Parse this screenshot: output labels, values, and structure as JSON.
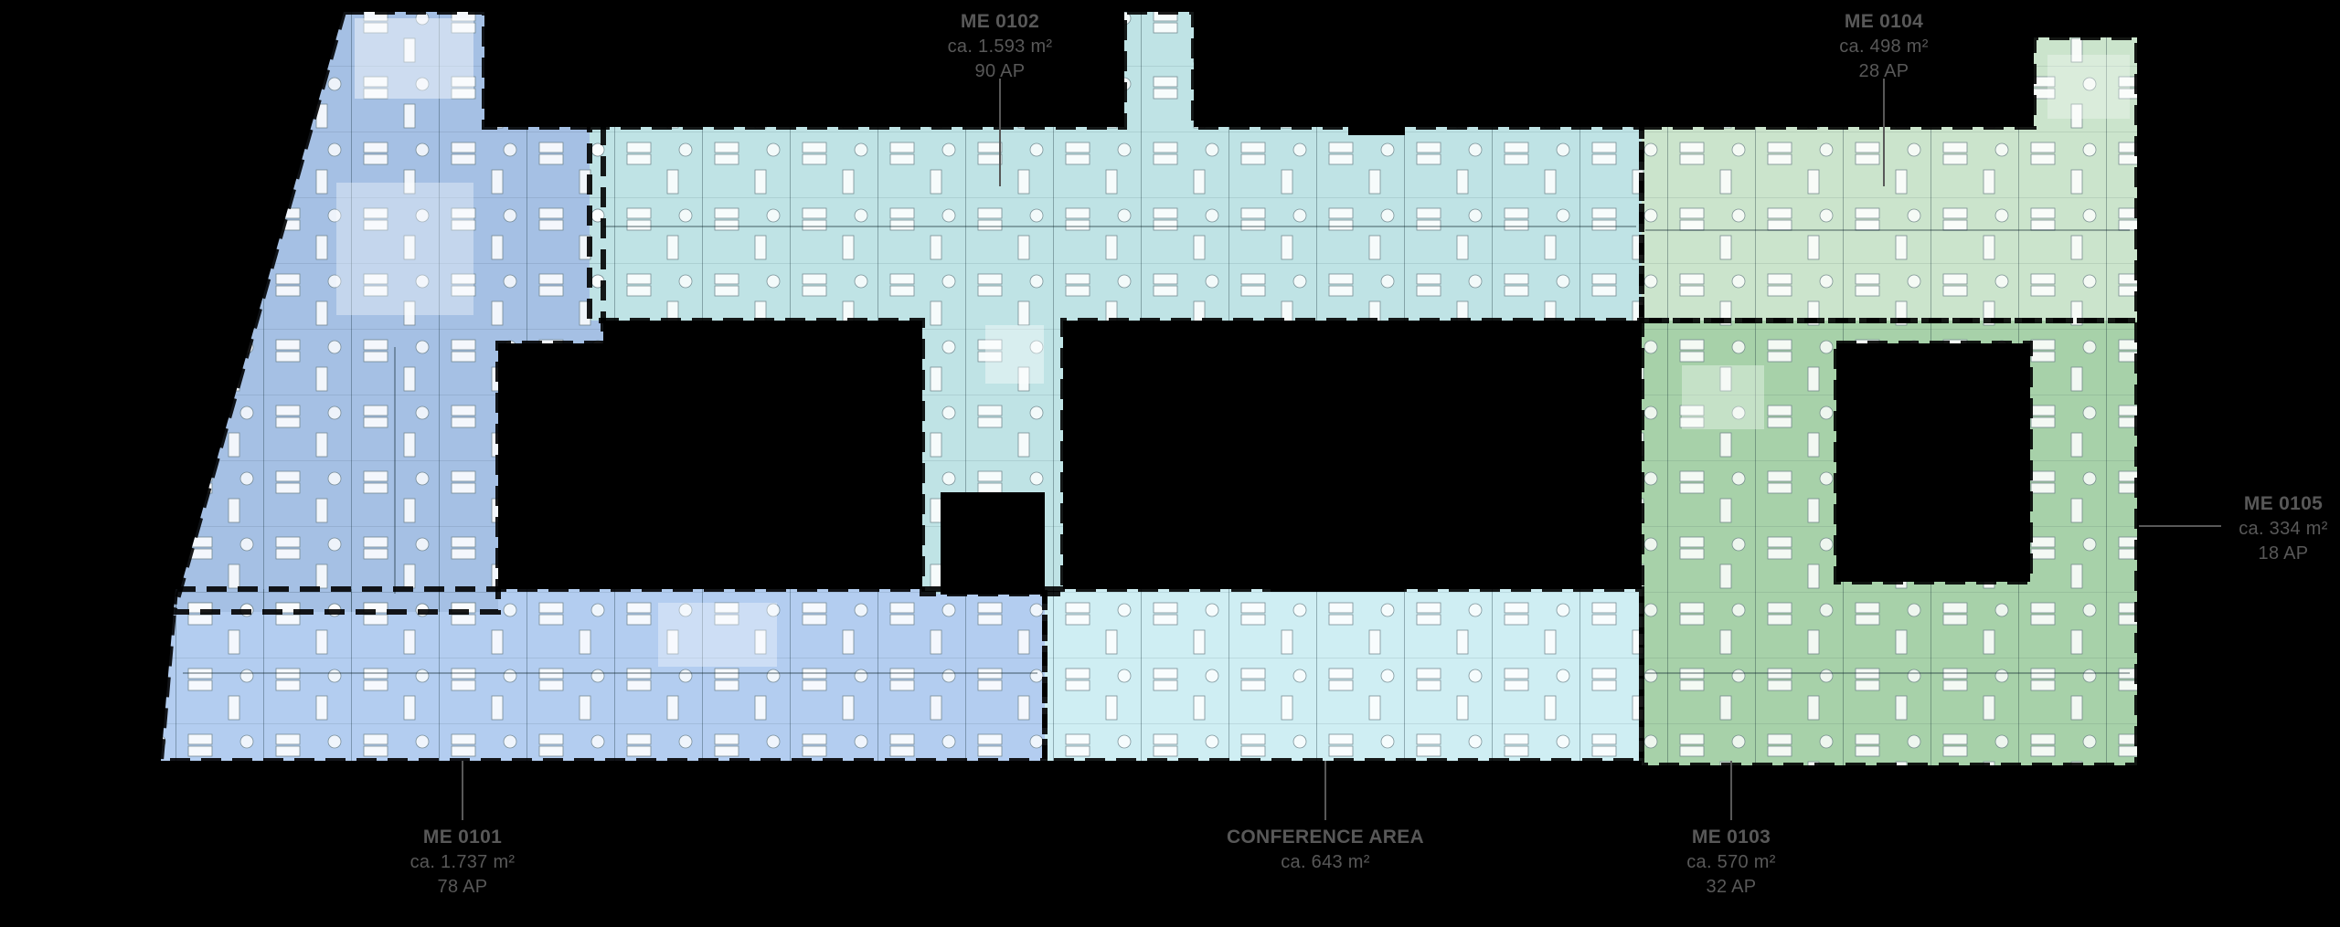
{
  "plan": {
    "colors": {
      "unit_0101_wing": "#a5c0e4",
      "unit_0101_band": "#b3cdf0",
      "unit_0102": "#bfe3e5",
      "conference": "#cfeef3",
      "unit_0104_light": "#cbe4cc",
      "unit_0103_medium": "#a7d1a9",
      "label_text": "#585858",
      "leader_line": "#585858",
      "background": "#000000"
    },
    "labels": [
      {
        "id": "me0102",
        "title": "ME 0102",
        "area": "ca. 1.593 m²",
        "workplaces": "90 AP"
      },
      {
        "id": "me0104",
        "title": "ME 0104",
        "area": "ca. 498 m²",
        "workplaces": "28 AP"
      },
      {
        "id": "me0105",
        "title": "ME 0105",
        "area": "ca. 334 m²",
        "workplaces": "18 AP"
      },
      {
        "id": "me0101",
        "title": "ME 0101",
        "area": "ca. 1.737 m²",
        "workplaces": "78 AP"
      },
      {
        "id": "conference",
        "title": "CONFERENCE AREA",
        "area": "ca. 643 m²",
        "workplaces": ""
      },
      {
        "id": "me0103",
        "title": "ME 0103",
        "area": "ca. 570 m²",
        "workplaces": "32 AP"
      }
    ]
  }
}
